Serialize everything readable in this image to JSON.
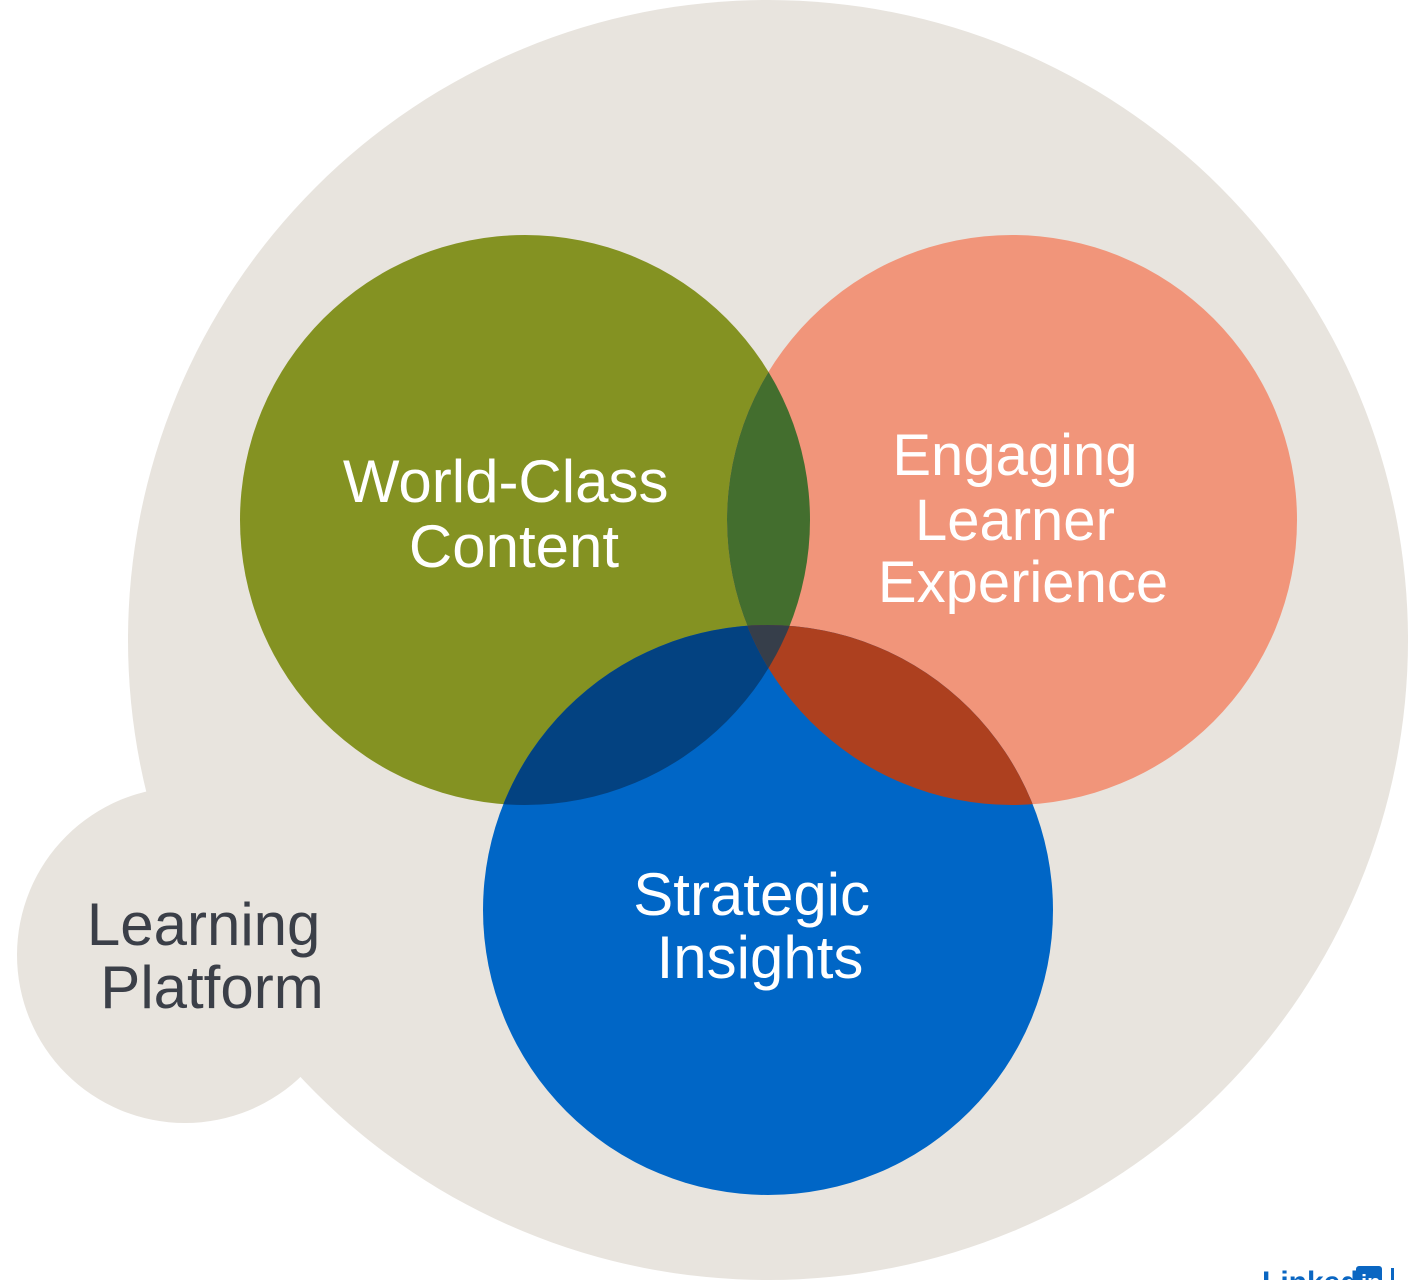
{
  "diagram": {
    "platform": {
      "label_lines": [
        "Learning",
        "Platform"
      ],
      "color": "#e8e4de"
    },
    "circles": [
      {
        "id": "content",
        "label_lines": [
          "World-Class",
          "Content"
        ],
        "color": "#849222"
      },
      {
        "id": "experience",
        "label_lines": [
          "Engaging",
          "Learner",
          "Experience"
        ],
        "color": "#f1957a"
      },
      {
        "id": "insights",
        "label_lines": [
          "Strategic",
          "Insights"
        ],
        "color": "#0066c6"
      }
    ],
    "overlap_colors": {
      "content_experience": "#436e2e",
      "content_insights": "#034281",
      "experience_insights": "#ad401f",
      "all_three": "#363e4a"
    }
  },
  "logo": {
    "text": "Linked",
    "badge": "in",
    "color": "#0a66c2"
  }
}
